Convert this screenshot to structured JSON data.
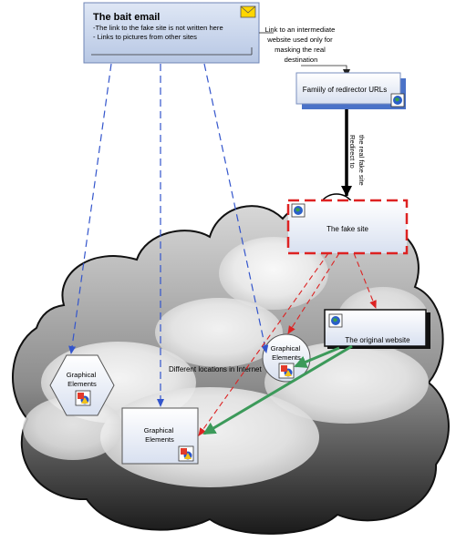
{
  "bait_email": {
    "title": "The bait email",
    "lines": [
      "-The link to the fake site is not written here",
      "- Links to pictures from other sites"
    ],
    "icon": "envelope-icon"
  },
  "annotations": {
    "link_note": [
      "Link to an intermediate",
      "website used only for",
      "masking the real",
      "destination"
    ],
    "redirect_note": [
      "Redirect to",
      "the real fake site"
    ],
    "internet_label": "Different locations in Internet"
  },
  "nodes": {
    "redirector": {
      "label": "Famiily of redirector URLs",
      "icon": "globe-icon"
    },
    "fake_site": {
      "label": "The fake site",
      "icon": "globe-icon"
    },
    "original_site": {
      "label": "The original website",
      "icon": "globe-icon"
    },
    "graphics_hexagon": {
      "label": [
        "Graphical",
        "Elements"
      ],
      "icon": "shapes-icon"
    },
    "graphics_circle": {
      "label": [
        "Graphical",
        "Elements"
      ],
      "icon": "shapes-icon"
    },
    "graphics_box": {
      "label": [
        "Graphical",
        "Elements"
      ],
      "icon": "shapes-icon"
    }
  },
  "colors": {
    "email_fill": "#c5d3ea",
    "redirector_shadow": "#4a72c8",
    "dashed_blue": "#3355cc",
    "dashed_red": "#dd2222",
    "green_arrow": "#3c9a5a",
    "fake_border": "#dd2222",
    "original_border": "#111111"
  }
}
